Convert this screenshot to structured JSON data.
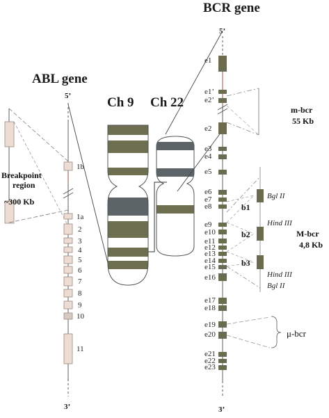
{
  "abl": {
    "title": "ABL gene",
    "five_prime": "5’",
    "three_prime": "3’",
    "breakpoint_line1": "Breakpoint",
    "breakpoint_line2": "region",
    "breakpoint_size": "~300 Kb",
    "exons": [
      "1b",
      "1a",
      "2",
      "3",
      "4",
      "5",
      "6",
      "7",
      "8",
      "9",
      "10",
      "11"
    ]
  },
  "chromosomes": {
    "ch9": "Ch 9",
    "ch22": "Ch 22"
  },
  "bcr": {
    "title": "BCR gene",
    "five_prime": "5’",
    "three_prime": "3’",
    "exons": [
      "e1",
      "e1’",
      "e2’",
      "e2",
      "e3",
      "e4",
      "e5",
      "e6",
      "e7",
      "e8",
      "e9",
      "e10",
      "e11",
      "e12",
      "e13",
      "e14",
      "e15",
      "e16",
      "e17",
      "e18",
      "e19",
      "e20",
      "e21",
      "e22",
      "e23"
    ],
    "breakpoints": [
      "b1",
      "b2",
      "b3"
    ],
    "m_bcr_label": "m-bcr",
    "m_bcr_size": "55 Kb",
    "M_bcr_label": "M-bcr",
    "M_bcr_size": "4,8 Kb",
    "mu_bcr_label": "μ-bcr",
    "enzymes": [
      "Bgl II",
      "Hind III",
      "Hind III",
      "Bgl II"
    ]
  },
  "colors": {
    "abl_box_fill": "#ecdcd3",
    "abl_box_stroke": "#9a8a82",
    "bcr_exon_fill": "#6b6b4f",
    "band_olive": "#6e6e50",
    "band_slate": "#5c6468",
    "red_line": "#c98a86"
  }
}
